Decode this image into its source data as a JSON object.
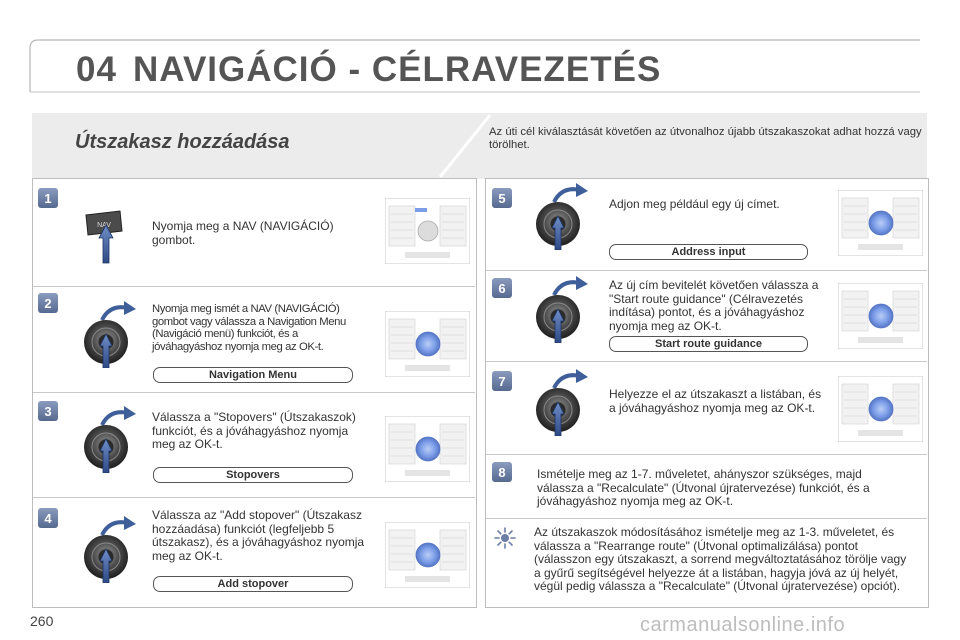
{
  "header": {
    "chapter_number": "04",
    "chapter_title": "NAVIGÁCIÓ - CÉLRAVEZETÉS"
  },
  "intro": {
    "section_title": "Útszakasz hozzáadása",
    "text": "Az úti cél kiválasztását követően az útvonalhoz újabb útszakaszokat adhat hozzá vagy törölhet."
  },
  "steps": [
    {
      "number": "1",
      "text": "Nyomja meg a NAV (NAVIGÁCIÓ) gombot.",
      "button_label": "NAV",
      "tag": ""
    },
    {
      "number": "2",
      "text": "Nyomja meg ismét a NAV (NAVIGÁCIÓ) gombot vagy válassza a Navigation Menu (Navigáció menü) funkciót, és a jóváhagyáshoz nyomja meg az OK-t.",
      "tag": "Navigation Menu"
    },
    {
      "number": "3",
      "text": "Válassza a \"Stopovers\" (Útszakaszok) funkciót, és a jóváhagyáshoz nyomja meg az OK-t.",
      "tag": "Stopovers"
    },
    {
      "number": "4",
      "text": "Válassza az \"Add stopover\" (Útszakasz hozzáadása) funkciót (legfeljebb 5 útszakasz), és a jóváhagyáshoz nyomja meg az OK-t.",
      "tag": "Add stopover"
    },
    {
      "number": "5",
      "text": "Adjon meg például egy új címet.",
      "tag": "Address input"
    },
    {
      "number": "6",
      "text": "Az új cím bevitelét követően válassza a \"Start route guidance\" (Célravezetés indítása) pontot, és a jóváhagyáshoz nyomja meg az OK-t.",
      "tag": "Start route guidance"
    },
    {
      "number": "7",
      "text": "Helyezze el az útszakaszt a listában, és a jóváhagyáshoz nyomja meg az OK-t.",
      "tag": ""
    },
    {
      "number": "8",
      "text": "Ismételje meg az 1-7. műveletet, ahányszor szükséges, majd válassza a \"Recalculate\" (Útvonal újratervezése) funkciót, és a jóváhagyáshoz nyomja meg az OK-t.",
      "tag": ""
    }
  ],
  "tip": {
    "icon": "sun-tip-icon",
    "text": "Az útszakaszok módosításához ismételje meg az 1-3. műveletet, és válassza a \"Rearrange route\" (Útvonal optimalizálása) pontot (válasszon egy útszakaszt, a sorrend megváltoztatásához törölje vagy a gyűrű segítségével helyezze át a listában, hagyja jóvá az új helyét, végül pedig válassza a \"Recalculate\" (Útvonal újratervezése) opciót)."
  },
  "footer": {
    "page_number": "260",
    "watermark": "carmanualsonline.info"
  },
  "colors": {
    "badge": "#6a7ea6",
    "arrow_blue": "#3e5f9a",
    "knob_highlight": "#7c9ee8"
  }
}
